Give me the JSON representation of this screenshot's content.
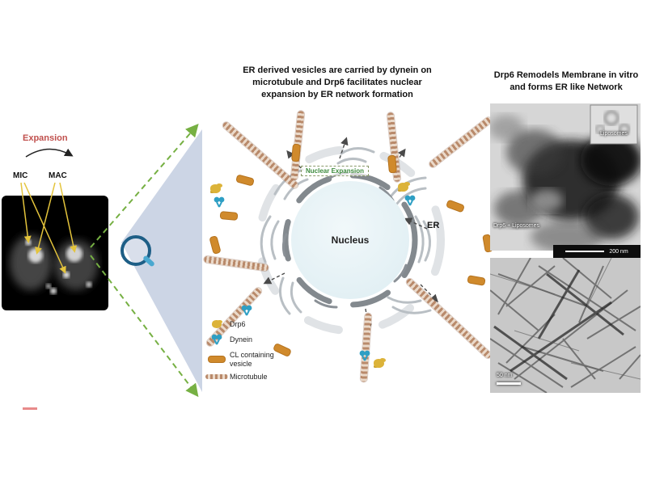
{
  "left_panel": {
    "expansion_label": "Expansion",
    "mic_label": "MIC",
    "mac_label": "MAC"
  },
  "center_panel": {
    "title": "ER derived vesicles are carried by dynein on microtubule and Drp6 facilitates nuclear expansion by ER network formation",
    "nucleus_label": "Nucleus",
    "nuclear_expansion_label": "Nuclear Expansion",
    "er_label": "ER",
    "legend": {
      "drp6_label": "Drp6",
      "dynein_label": "Dynein",
      "vesicle_label": "CL containing vesicle",
      "microtubule_label": "Microtubule"
    }
  },
  "right_panel": {
    "title": "Drp6 Remodels Membrane in vitro and forms ER like Network",
    "liposomes_inset_label": "Liposomes",
    "tem_label": "Drp6 + Liposomes",
    "scale_bar_top": "200 nm",
    "scale_bar_bottom": "50 nm"
  },
  "colors": {
    "expansion_text": "#c0504d",
    "connector_green": "#76b043",
    "microtubule": "#b98a6b",
    "vesicle": "#d08a2c",
    "drp6": "#dcb339",
    "dynein": "#2e9fc4",
    "nuclear_expansion_text": "#3d8b3d"
  }
}
